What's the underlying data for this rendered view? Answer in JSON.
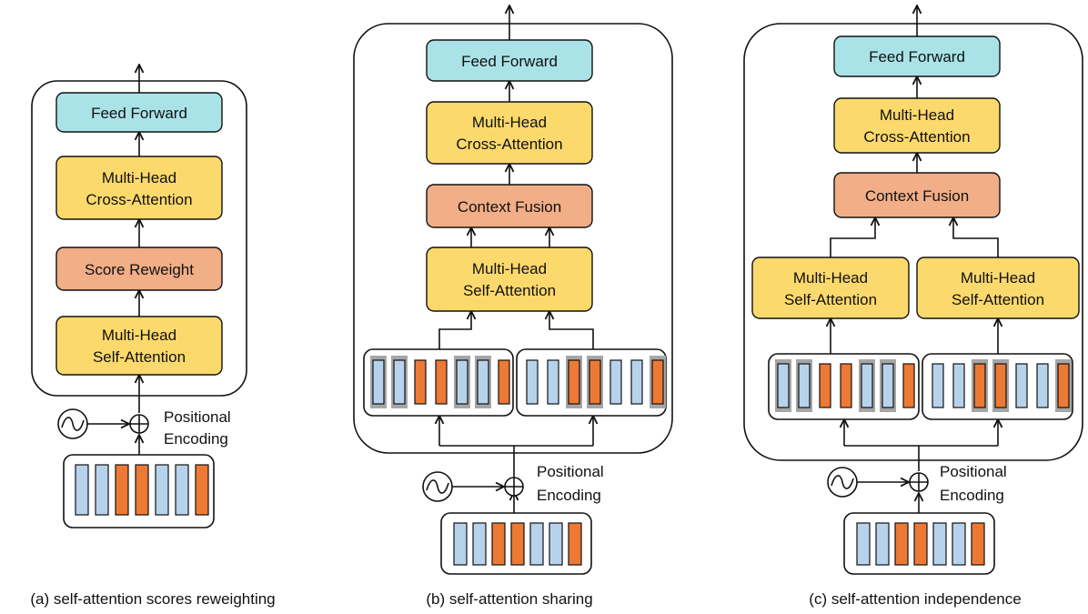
{
  "colors": {
    "feed_forward": "#a9e3e8",
    "attention": "#fcd96c",
    "fusion": "#f1ae87",
    "token_light": "#b7d3ec",
    "token_orange": "#ec7a35",
    "highlight": "#a6a6a6",
    "stroke": "#111111"
  },
  "diagram": {
    "panel_a": {
      "feed_forward": "Feed Forward",
      "cross_attention": [
        "Multi-Head",
        "Cross-Attention"
      ],
      "score_reweight": "Score Reweight",
      "self_attention": [
        "Multi-Head",
        "Self-Attention"
      ],
      "positional_encoding": [
        "Positional",
        "Encoding"
      ],
      "input_tokens": [
        "light",
        "light",
        "orange",
        "orange",
        "light",
        "light",
        "orange"
      ],
      "caption": "(a) self-attention scores reweighting"
    },
    "panel_b": {
      "feed_forward": "Feed Forward",
      "cross_attention": [
        "Multi-Head",
        "Cross-Attention"
      ],
      "context_fusion": "Context Fusion",
      "self_attention": [
        "Multi-Head",
        "Self-Attention"
      ],
      "positional_encoding": [
        "Positional",
        "Encoding"
      ],
      "input_tokens": [
        "light",
        "light",
        "orange",
        "orange",
        "light",
        "light",
        "orange"
      ],
      "masked_left": [
        "light",
        "light",
        "orange",
        "orange",
        "light",
        "light",
        "orange"
      ],
      "masked_left_highlight": [
        true,
        true,
        false,
        false,
        true,
        true,
        false
      ],
      "masked_right": [
        "light",
        "light",
        "orange",
        "orange",
        "light",
        "light",
        "orange"
      ],
      "masked_right_highlight": [
        false,
        false,
        true,
        true,
        false,
        false,
        true
      ],
      "caption": "(b) self-attention sharing"
    },
    "panel_c": {
      "feed_forward": "Feed Forward",
      "cross_attention": [
        "Multi-Head",
        "Cross-Attention"
      ],
      "context_fusion": "Context Fusion",
      "self_attention_left": [
        "Multi-Head",
        "Self-Attention"
      ],
      "self_attention_right": [
        "Multi-Head",
        "Self-Attention"
      ],
      "positional_encoding": [
        "Positional",
        "Encoding"
      ],
      "input_tokens": [
        "light",
        "light",
        "orange",
        "orange",
        "light",
        "light",
        "orange"
      ],
      "masked_left": [
        "light",
        "light",
        "orange",
        "orange",
        "light",
        "light",
        "orange"
      ],
      "masked_left_highlight": [
        true,
        true,
        false,
        false,
        true,
        true,
        false
      ],
      "masked_right": [
        "light",
        "light",
        "orange",
        "orange",
        "light",
        "light",
        "orange"
      ],
      "masked_right_highlight": [
        false,
        false,
        true,
        true,
        false,
        false,
        true
      ],
      "caption": "(c) self-attention independence"
    }
  }
}
